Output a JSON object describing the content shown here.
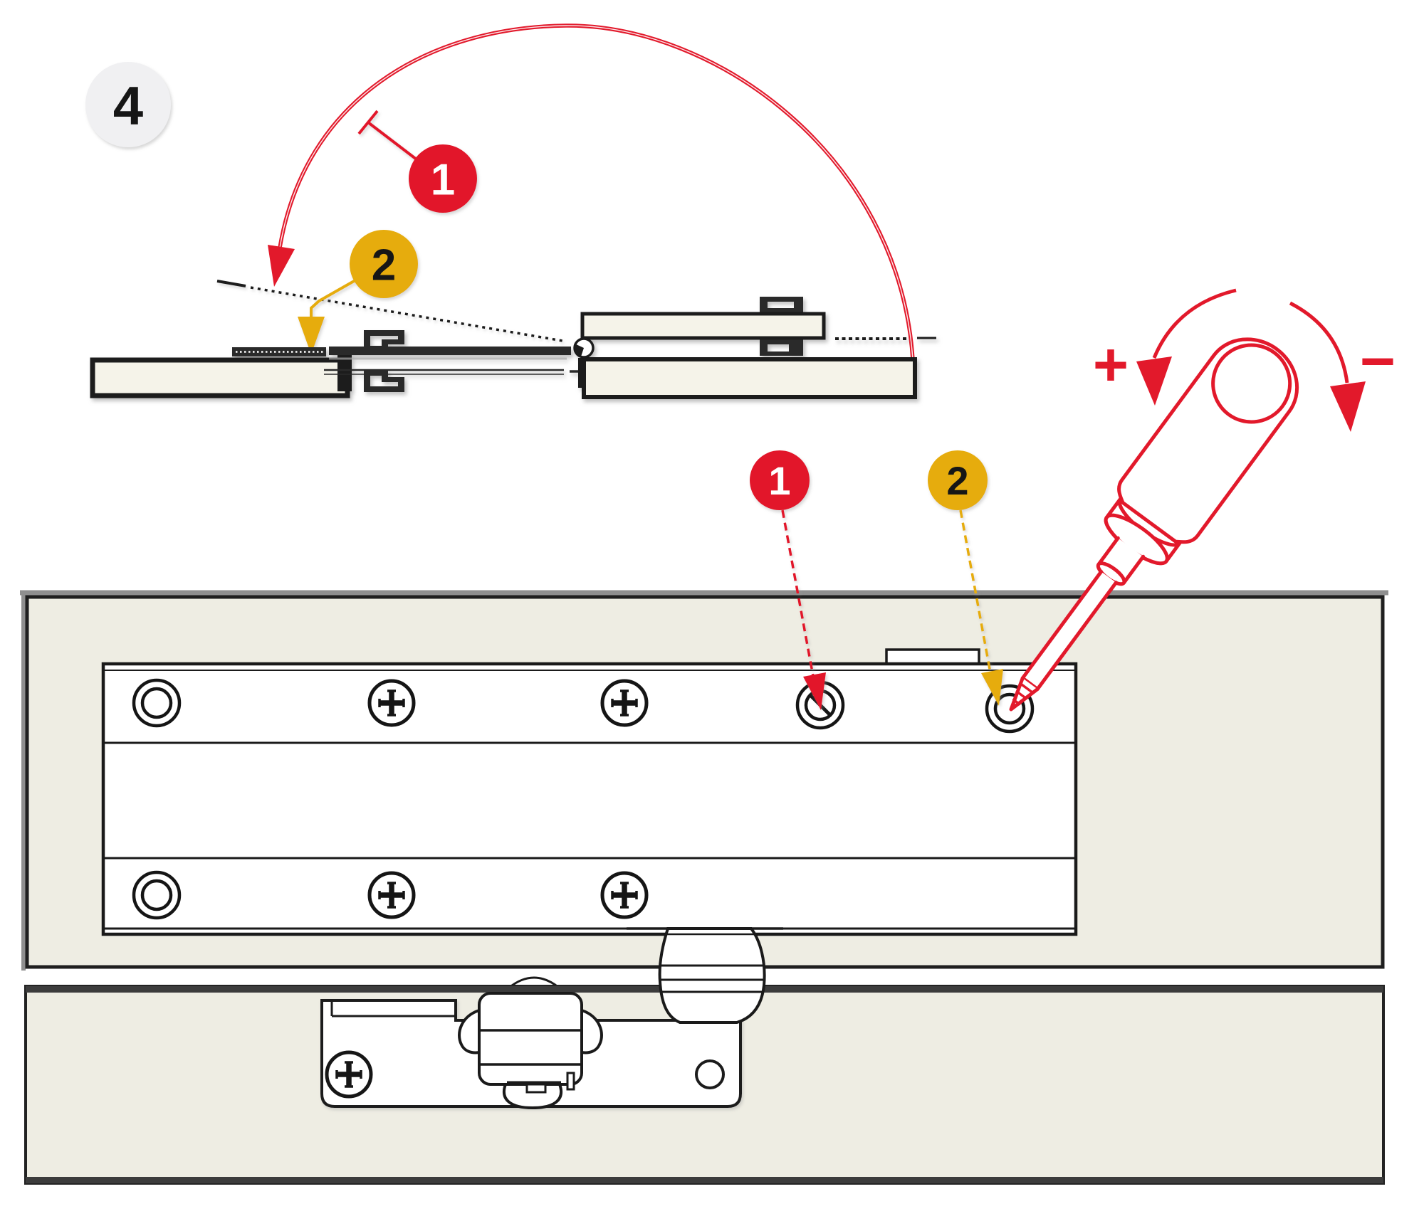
{
  "step_badge": {
    "number": "4"
  },
  "side_view": {
    "callout_1": {
      "label": "1",
      "color": "#e2192b",
      "meaning": "swing-arc-arrow"
    },
    "callout_2": {
      "label": "2",
      "color": "#e6ac0a",
      "meaning": "drop-arrow-to-panel"
    }
  },
  "front_view": {
    "callout_1": {
      "label": "1",
      "color": "#e2192b",
      "meaning": "adjustment-screw-slotted"
    },
    "callout_2": {
      "label": "2",
      "color": "#e6ac0a",
      "meaning": "adjustment-screw-under-screwdriver"
    }
  },
  "screwdriver": {
    "plus_label": "+",
    "minus_label": "−"
  },
  "icons": {
    "step-badge": "circled step number",
    "swing-arc-arrow-icon": "large red arc with arrowhead",
    "down-arrow-icon": "yellow filled arrow",
    "screw-plain-icon": "double circle screw head",
    "screw-phillips-icon": "phillips cross screw head",
    "screw-slotted-icon": "slotted screw head",
    "screwdriver-icon": "red outline screwdriver",
    "rotate-left-arrow-icon": "curved red arrow (tighten +)",
    "rotate-right-arrow-icon": "curved red arrow (loosen −)",
    "plus-icon": "+",
    "minus-icon": "−"
  },
  "colors": {
    "accent_red": "#e2192b",
    "accent_yellow": "#e6ac0a",
    "panel_beige": "#eeede3",
    "panel_beige_light": "#f5f3e9",
    "line_dark": "#1d1d1d",
    "profile_dark": "#2c2c2c",
    "edge_gray": "#8f8f8f",
    "badge_gray": "#f0f0f2"
  }
}
